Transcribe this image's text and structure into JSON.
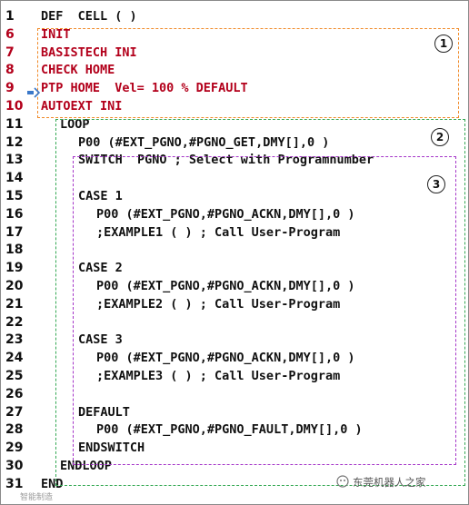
{
  "lines": [
    {
      "num": "1",
      "code": "DEF  CELL ( )",
      "red": false,
      "indent": 45
    },
    {
      "num": "6",
      "code": "INIT",
      "red": true,
      "indent": 45
    },
    {
      "num": "7",
      "code": "BASISTECH INI",
      "red": true,
      "indent": 45
    },
    {
      "num": "8",
      "code": "CHECK HOME",
      "red": true,
      "indent": 45
    },
    {
      "num": "9",
      "code": "PTP HOME  Vel= 100 % DEFAULT",
      "red": true,
      "indent": 45
    },
    {
      "num": "10",
      "code": "AUTOEXT INI",
      "red": true,
      "indent": 45
    },
    {
      "num": "11",
      "code": "LOOP",
      "red": false,
      "indent": 66
    },
    {
      "num": "12",
      "code": "P00 (#EXT_PGNO,#PGNO_GET,DMY[],0 )",
      "red": false,
      "indent": 86
    },
    {
      "num": "13",
      "code": "SWITCH  PGNO ; Select with Programnumber",
      "red": false,
      "indent": 86
    },
    {
      "num": "14",
      "code": "",
      "red": false,
      "indent": 86
    },
    {
      "num": "15",
      "code": "CASE 1",
      "red": false,
      "indent": 86
    },
    {
      "num": "16",
      "code": "P00 (#EXT_PGNO,#PGNO_ACKN,DMY[],0 )",
      "red": false,
      "indent": 106
    },
    {
      "num": "17",
      "code": ";EXAMPLE1 ( ) ; Call User-Program",
      "red": false,
      "indent": 106
    },
    {
      "num": "18",
      "code": "",
      "red": false,
      "indent": 86
    },
    {
      "num": "19",
      "code": "CASE 2",
      "red": false,
      "indent": 86
    },
    {
      "num": "20",
      "code": "P00 (#EXT_PGNO,#PGNO_ACKN,DMY[],0 )",
      "red": false,
      "indent": 106
    },
    {
      "num": "21",
      "code": ";EXAMPLE2 ( ) ; Call User-Program",
      "red": false,
      "indent": 106
    },
    {
      "num": "22",
      "code": "",
      "red": false,
      "indent": 86
    },
    {
      "num": "23",
      "code": "CASE 3",
      "red": false,
      "indent": 86
    },
    {
      "num": "24",
      "code": "P00 (#EXT_PGNO,#PGNO_ACKN,DMY[],0 )",
      "red": false,
      "indent": 106
    },
    {
      "num": "25",
      "code": ";EXAMPLE3 ( ) ; Call User-Program",
      "red": false,
      "indent": 106
    },
    {
      "num": "26",
      "code": "",
      "red": false,
      "indent": 86
    },
    {
      "num": "27",
      "code": "DEFAULT",
      "red": false,
      "indent": 86
    },
    {
      "num": "28",
      "code": "P00 (#EXT_PGNO,#PGNO_FAULT,DMY[],0 )",
      "red": false,
      "indent": 106
    },
    {
      "num": "29",
      "code": "ENDSWITCH",
      "red": false,
      "indent": 86
    },
    {
      "num": "30",
      "code": "ENDLOOP",
      "red": false,
      "indent": 66
    },
    {
      "num": "31",
      "code": "END",
      "red": false,
      "indent": 45
    }
  ],
  "annotations": {
    "box1": "1",
    "box2": "2",
    "box3": "3"
  },
  "colors": {
    "red": "#b3001b",
    "box1": "#f08a28",
    "box2": "#34a853",
    "box3": "#a434c8",
    "marker": "#3a78c9"
  },
  "watermark": {
    "text": "东莞机器人之家",
    "small": "智能制造"
  },
  "icons": {
    "marker": "current-line-marker-icon",
    "wechat": "wechat-icon"
  }
}
